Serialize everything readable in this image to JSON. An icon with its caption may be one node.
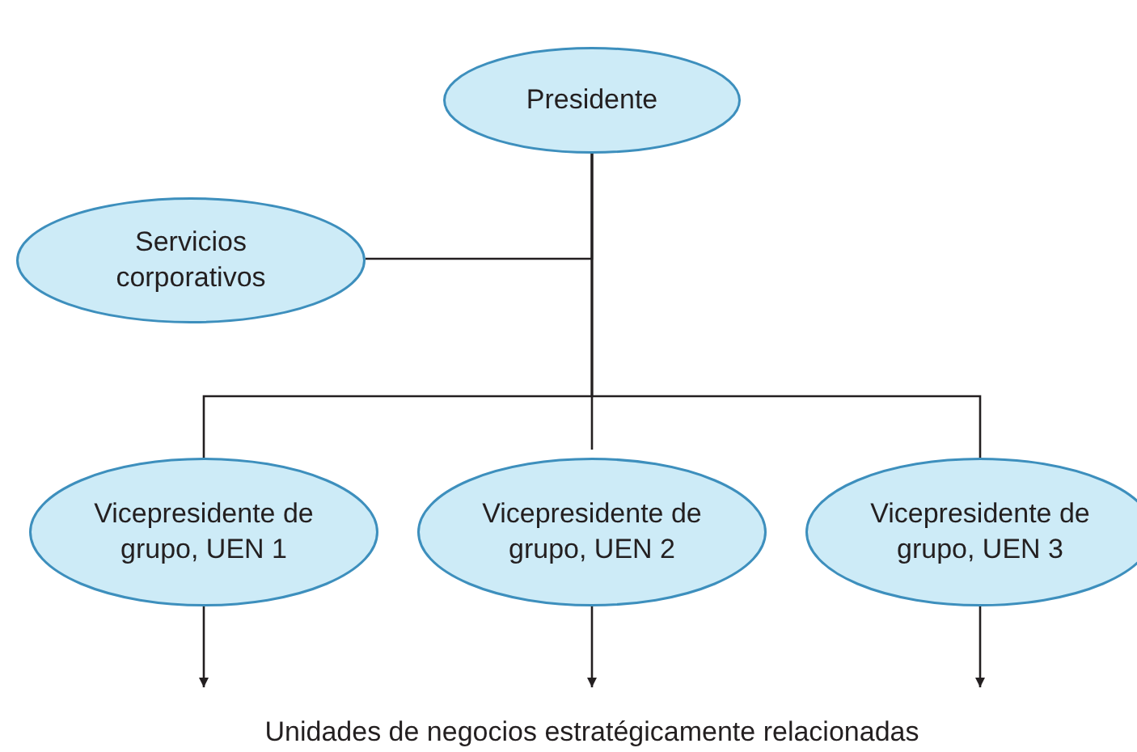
{
  "diagram": {
    "nodes": [
      {
        "text": [
          "Presidente"
        ]
      },
      {
        "text": [
          "Servicios corporativos"
        ]
      },
      {
        "text": [
          "Vicepresidente de grupo, UEN 1"
        ]
      },
      {
        "text": [
          "Vicepresidente de grupo, UEN 2"
        ]
      },
      {
        "text": [
          "Vicepresidente de grupo, UEN 3"
        ]
      },
      {
        "text": [
          "Unidades de negocios estratégicamente relacionadas"
        ]
      }
    ],
    "edges": [
      {
        "from": 0,
        "to": 1,
        "arrow": "none"
      },
      {
        "from": 0,
        "to": 2,
        "arrow": "none"
      },
      {
        "from": 0,
        "to": 3,
        "arrow": "none"
      },
      {
        "from": 0,
        "to": 4,
        "arrow": "none"
      },
      {
        "from": 2,
        "to": 5,
        "arrow": "to"
      },
      {
        "from": 3,
        "to": 5,
        "arrow": "to"
      },
      {
        "from": 4,
        "to": 5,
        "arrow": "to"
      }
    ]
  }
}
